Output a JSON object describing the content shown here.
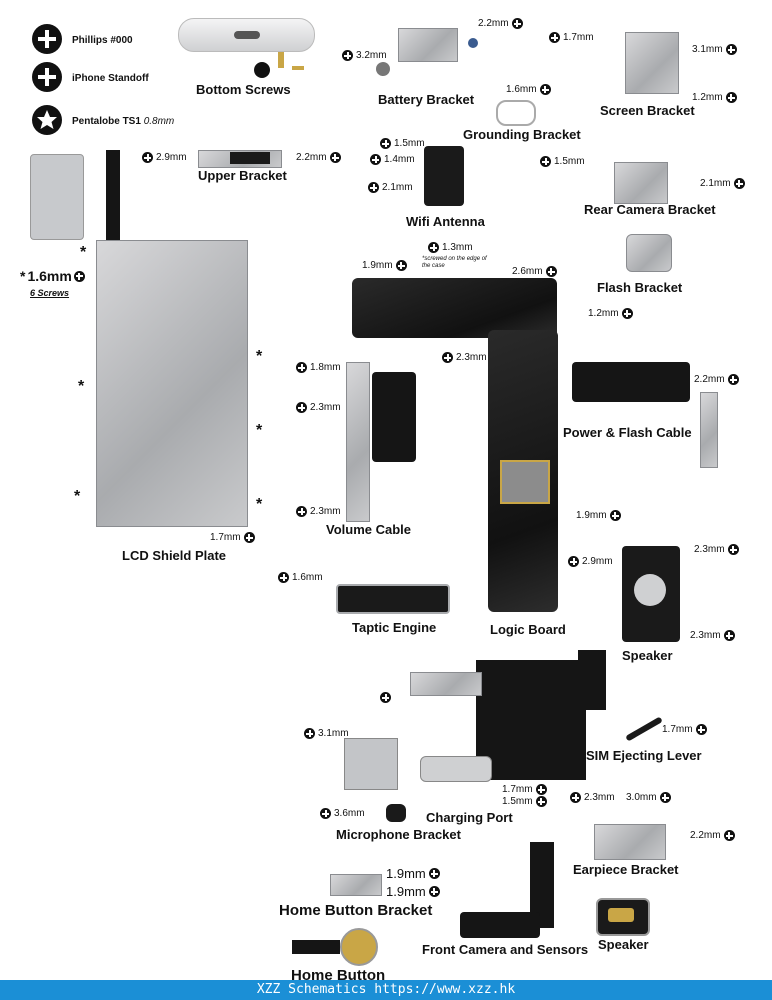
{
  "legend": [
    {
      "label": "Phillips #000",
      "icon": "phillips-screw-icon"
    },
    {
      "label": "iPhone Standoff",
      "icon": "standoff-screw-icon"
    },
    {
      "label": "Pentalobe TS1",
      "size": "0.8mm",
      "icon": "pentalobe-screw-icon"
    }
  ],
  "parts": {
    "bottom_screws": "Bottom Screws",
    "battery_bracket": "Battery Bracket",
    "battery_bracket_m1": "2.2mm",
    "battery_bracket_m2": "3.2mm",
    "screen_bracket": "Screen Bracket",
    "screen_bracket_m1": "1.7mm",
    "screen_bracket_m2": "3.1mm",
    "screen_bracket_m3": "1.2mm",
    "grounding_bracket": "Grounding Bracket",
    "grounding_bracket_m1": "1.6mm",
    "upper_bracket": "Upper Bracket",
    "upper_bracket_m1": "2.9mm",
    "upper_bracket_m2": "2.2mm",
    "wifi_antenna": "Wifi Antenna",
    "wifi_m1": "1.5mm",
    "wifi_m2": "1.4mm",
    "wifi_m3": "2.1mm",
    "rear_camera_bracket": "Rear Camera Bracket",
    "rear_camera_m1": "1.5mm",
    "rear_camera_m2": "2.1mm",
    "flash_bracket": "Flash Bracket",
    "flash_bracket_m1": "1.2mm",
    "lcd_shield_plate": "LCD Shield Plate",
    "lcd_screws": "1.6mm",
    "lcd_screws_note": "6 Screws",
    "lcd_m1": "1.7mm",
    "logic_m1": "1.9mm",
    "logic_m2": "1.3mm",
    "logic_note": "*screwed on the edge of the case",
    "logic_m3": "2.6mm",
    "logic_m4": "2.3mm",
    "logic_m5": "1.9mm",
    "logic_board": "Logic Board",
    "volume_cable": "Volume Cable",
    "volume_m1": "1.8mm",
    "volume_m2": "2.3mm",
    "volume_m3": "2.3mm",
    "power_flash_cable": "Power & Flash Cable",
    "power_flash_m1": "2.2mm",
    "taptic_engine": "Taptic Engine",
    "taptic_m1": "1.6mm",
    "speaker_top": "Speaker",
    "speaker_m1": "2.3mm",
    "speaker_m2": "2.9mm",
    "speaker_m3": "2.3mm",
    "sim_lever": "SIM Ejecting Lever",
    "sim_m1": "1.7mm",
    "charging_port": "Charging Port",
    "charging_m1": "3.1mm",
    "charging_m2": "1.7mm",
    "charging_m3": "1.5mm",
    "microphone_bracket": "Microphone Bracket",
    "microphone_m1": "3.6mm",
    "earpiece_bracket": "Earpiece Bracket",
    "earpiece_m1": "2.3mm",
    "earpiece_m2": "3.0mm",
    "earpiece_m3": "2.2mm",
    "home_button_bracket": "Home Button Bracket",
    "home_bracket_m1": "1.9mm",
    "home_bracket_m2": "1.9mm",
    "front_camera": "Front Camera and Sensors",
    "speaker_bottom": "Speaker",
    "home_button": "Home Button"
  },
  "footer": "XZZ Schematics https://www.xzz.hk",
  "colors": {
    "footer_bg": "#1b8fd6",
    "accent_blue": "#3fa9f5",
    "metal": "#b5b7ba"
  }
}
